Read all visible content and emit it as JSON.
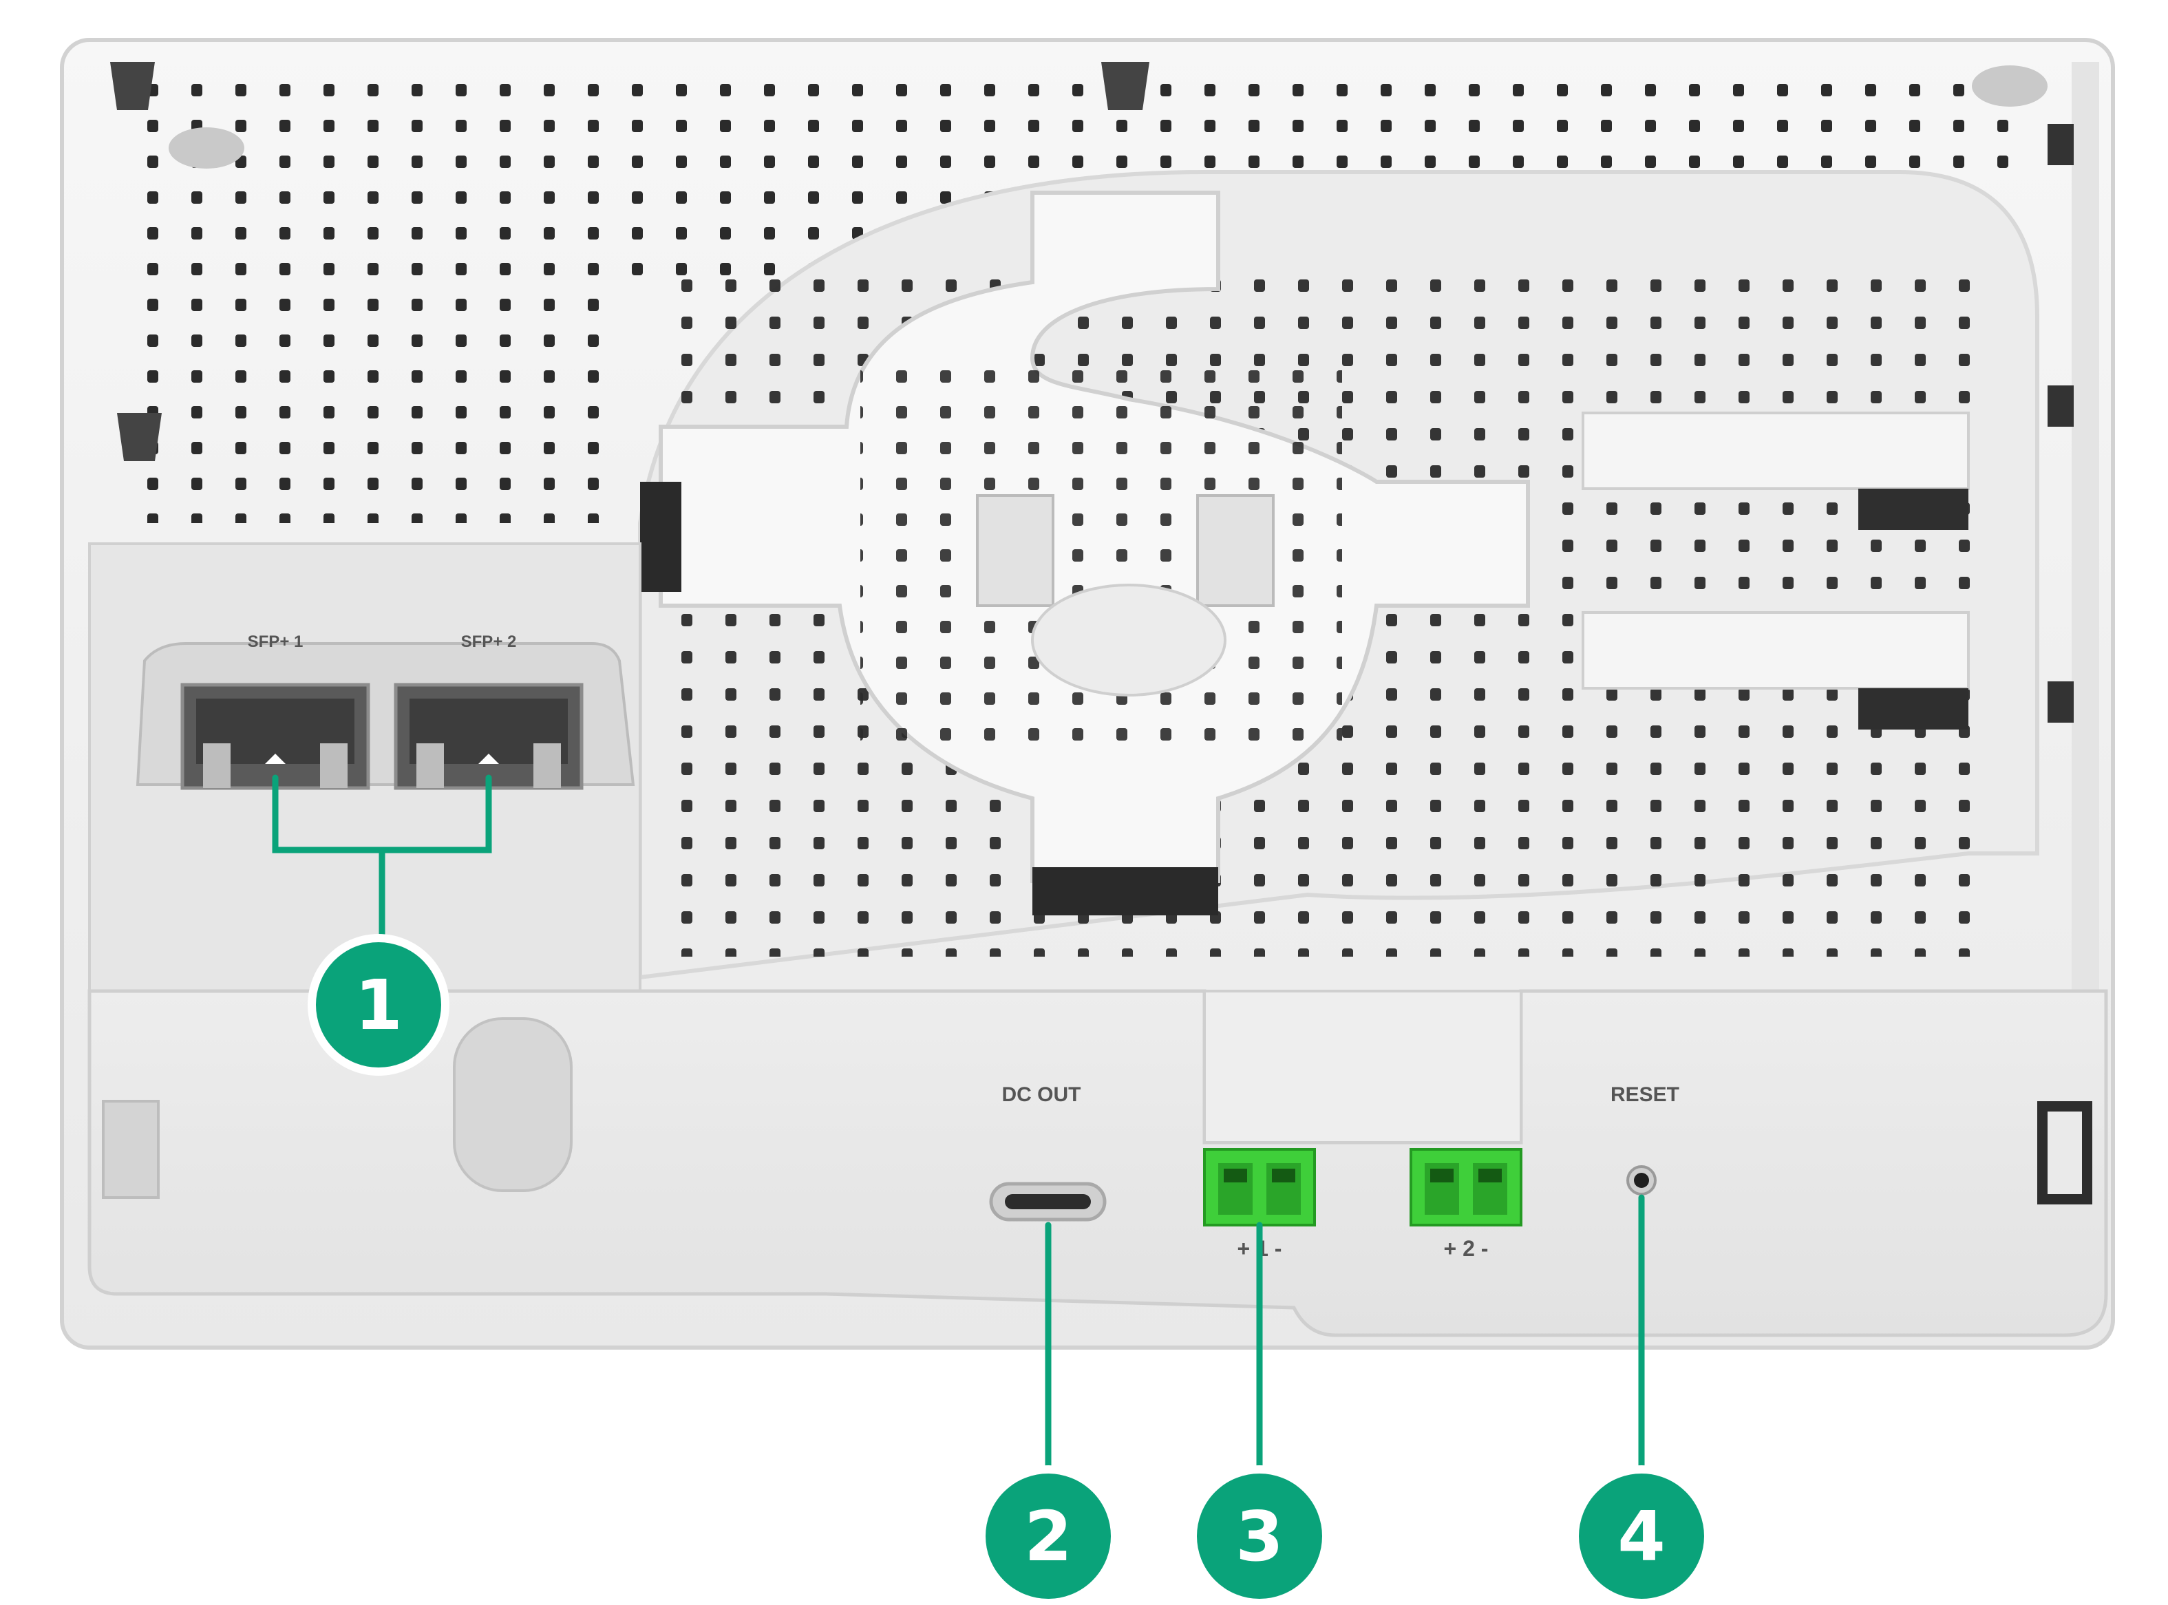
{
  "colors": {
    "accent": "#0aa37a",
    "terminal": "#3fcf3a",
    "housing": "#f1f1f1",
    "housing_edge": "#cfcfcf",
    "hole": "#2b2b2b"
  },
  "ports": {
    "sfp1_label": "SFP+ 1",
    "sfp2_label": "SFP+ 2",
    "dc_out_label": "DC OUT",
    "reset_label": "RESET",
    "terminal1_label": "+ 1 -",
    "terminal2_label": "+ 2 -"
  },
  "callouts": [
    {
      "number": "1",
      "target": "sfp-ports"
    },
    {
      "number": "2",
      "target": "dc-out-port"
    },
    {
      "number": "3",
      "target": "power-terminals"
    },
    {
      "number": "4",
      "target": "reset-button"
    }
  ]
}
